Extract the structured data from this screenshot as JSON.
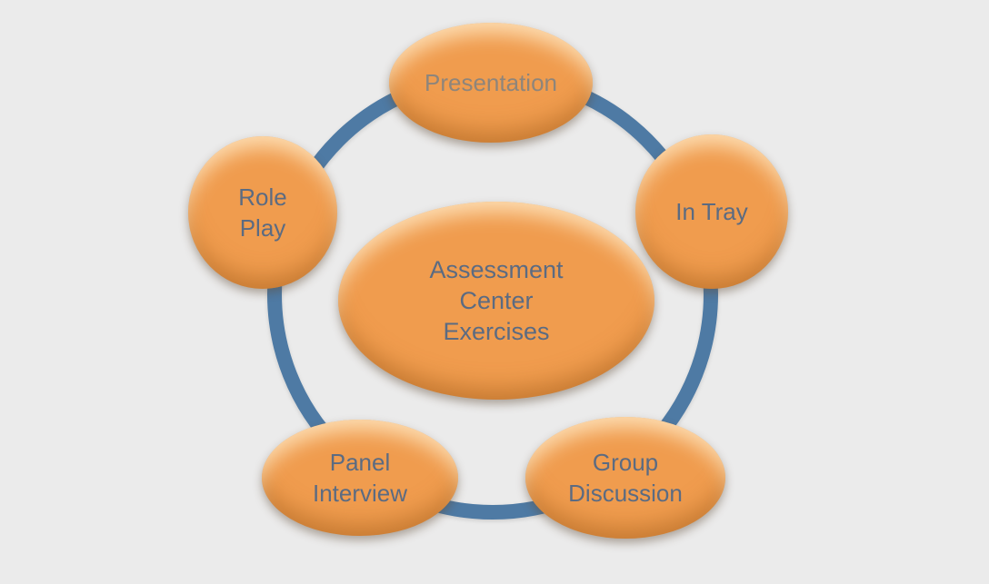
{
  "colors": {
    "background": "#ebebeb",
    "ring": "#4e7aa4",
    "node_fill": "#f09c4e",
    "node_highlight": "#f4d0a4",
    "node_dark_edge": "#c98040",
    "text": "#5b6b82",
    "presentation_text": "#8e857b"
  },
  "diagram": {
    "type": "radial-cycle",
    "center": {
      "label": "Assessment Center Exercises",
      "lines": [
        "Assessment",
        "Center",
        "Exercises"
      ]
    },
    "nodes": [
      {
        "id": "presentation",
        "label": "Presentation",
        "lines": [
          "Presentation"
        ]
      },
      {
        "id": "in-tray",
        "label": "In Tray",
        "lines": [
          "In Tray"
        ]
      },
      {
        "id": "group-discussion",
        "label": "Group Discussion",
        "lines": [
          "Group",
          "Discussion"
        ]
      },
      {
        "id": "panel-interview",
        "label": "Panel Interview",
        "lines": [
          "Panel",
          "Interview"
        ]
      },
      {
        "id": "role-play",
        "label": "Role Play",
        "lines": [
          "Role",
          "Play"
        ]
      }
    ]
  }
}
